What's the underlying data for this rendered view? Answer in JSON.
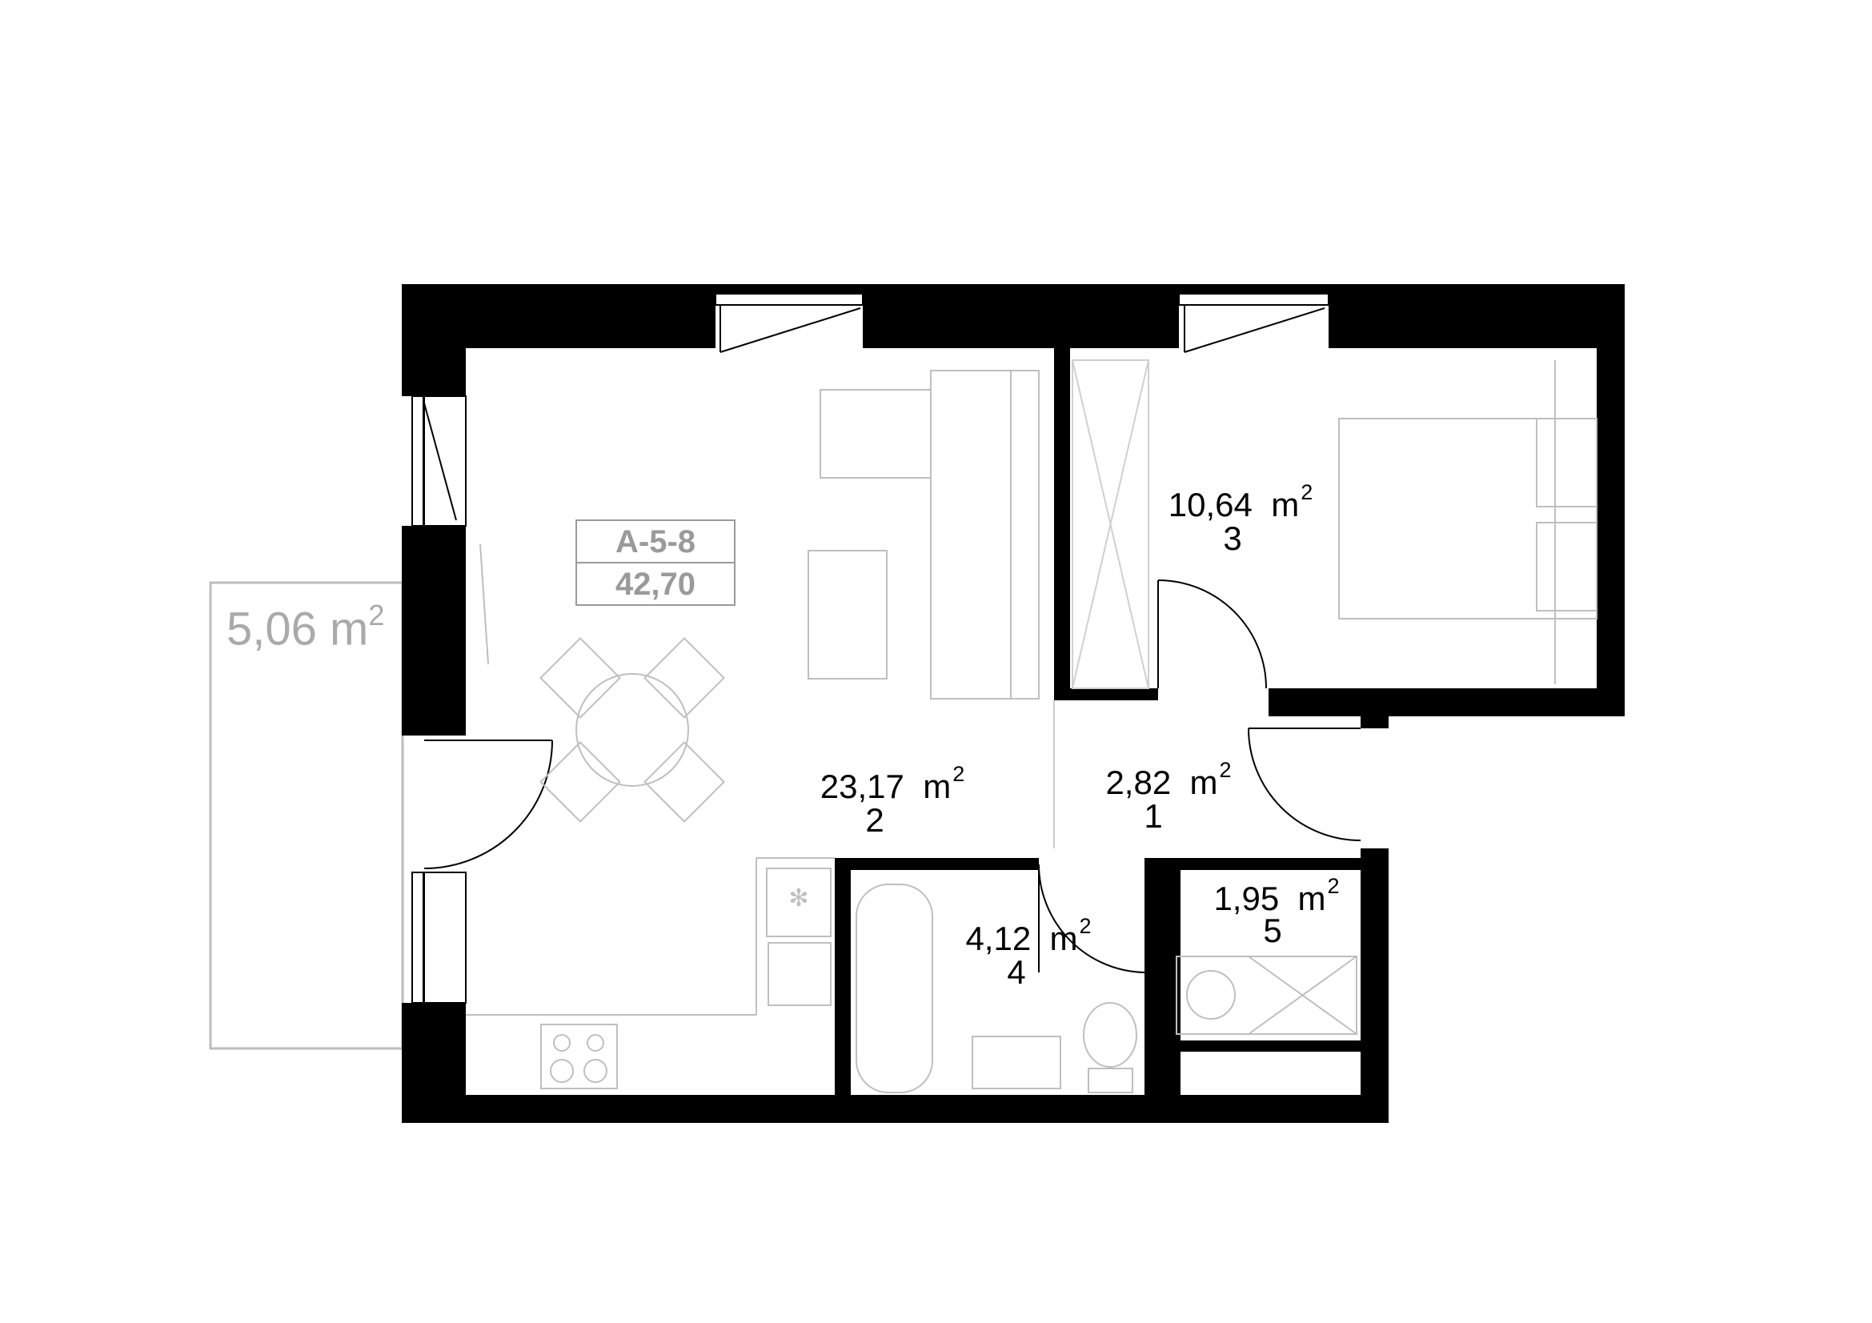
{
  "unit": {
    "code": "A-5-8",
    "total_area": "42,70"
  },
  "balcony": {
    "area_value": "5,06",
    "area_unit": "m",
    "area_exp": "2"
  },
  "rooms": [
    {
      "number": "1",
      "area_value": "2,82",
      "area_unit": "m",
      "area_exp": "2"
    },
    {
      "number": "2",
      "area_value": "23,17",
      "area_unit": "m",
      "area_exp": "2"
    },
    {
      "number": "3",
      "area_value": "10,64",
      "area_unit": "m",
      "area_exp": "2"
    },
    {
      "number": "4",
      "area_value": "4,12",
      "area_unit": "m",
      "area_exp": "2"
    },
    {
      "number": "5",
      "area_value": "1,95",
      "area_unit": "m",
      "area_exp": "2"
    }
  ],
  "colors": {
    "wall": "#000000",
    "furniture": "#bfbfbf",
    "badge": "#9a9a9a",
    "balcony_text": "#aaaaaa"
  }
}
